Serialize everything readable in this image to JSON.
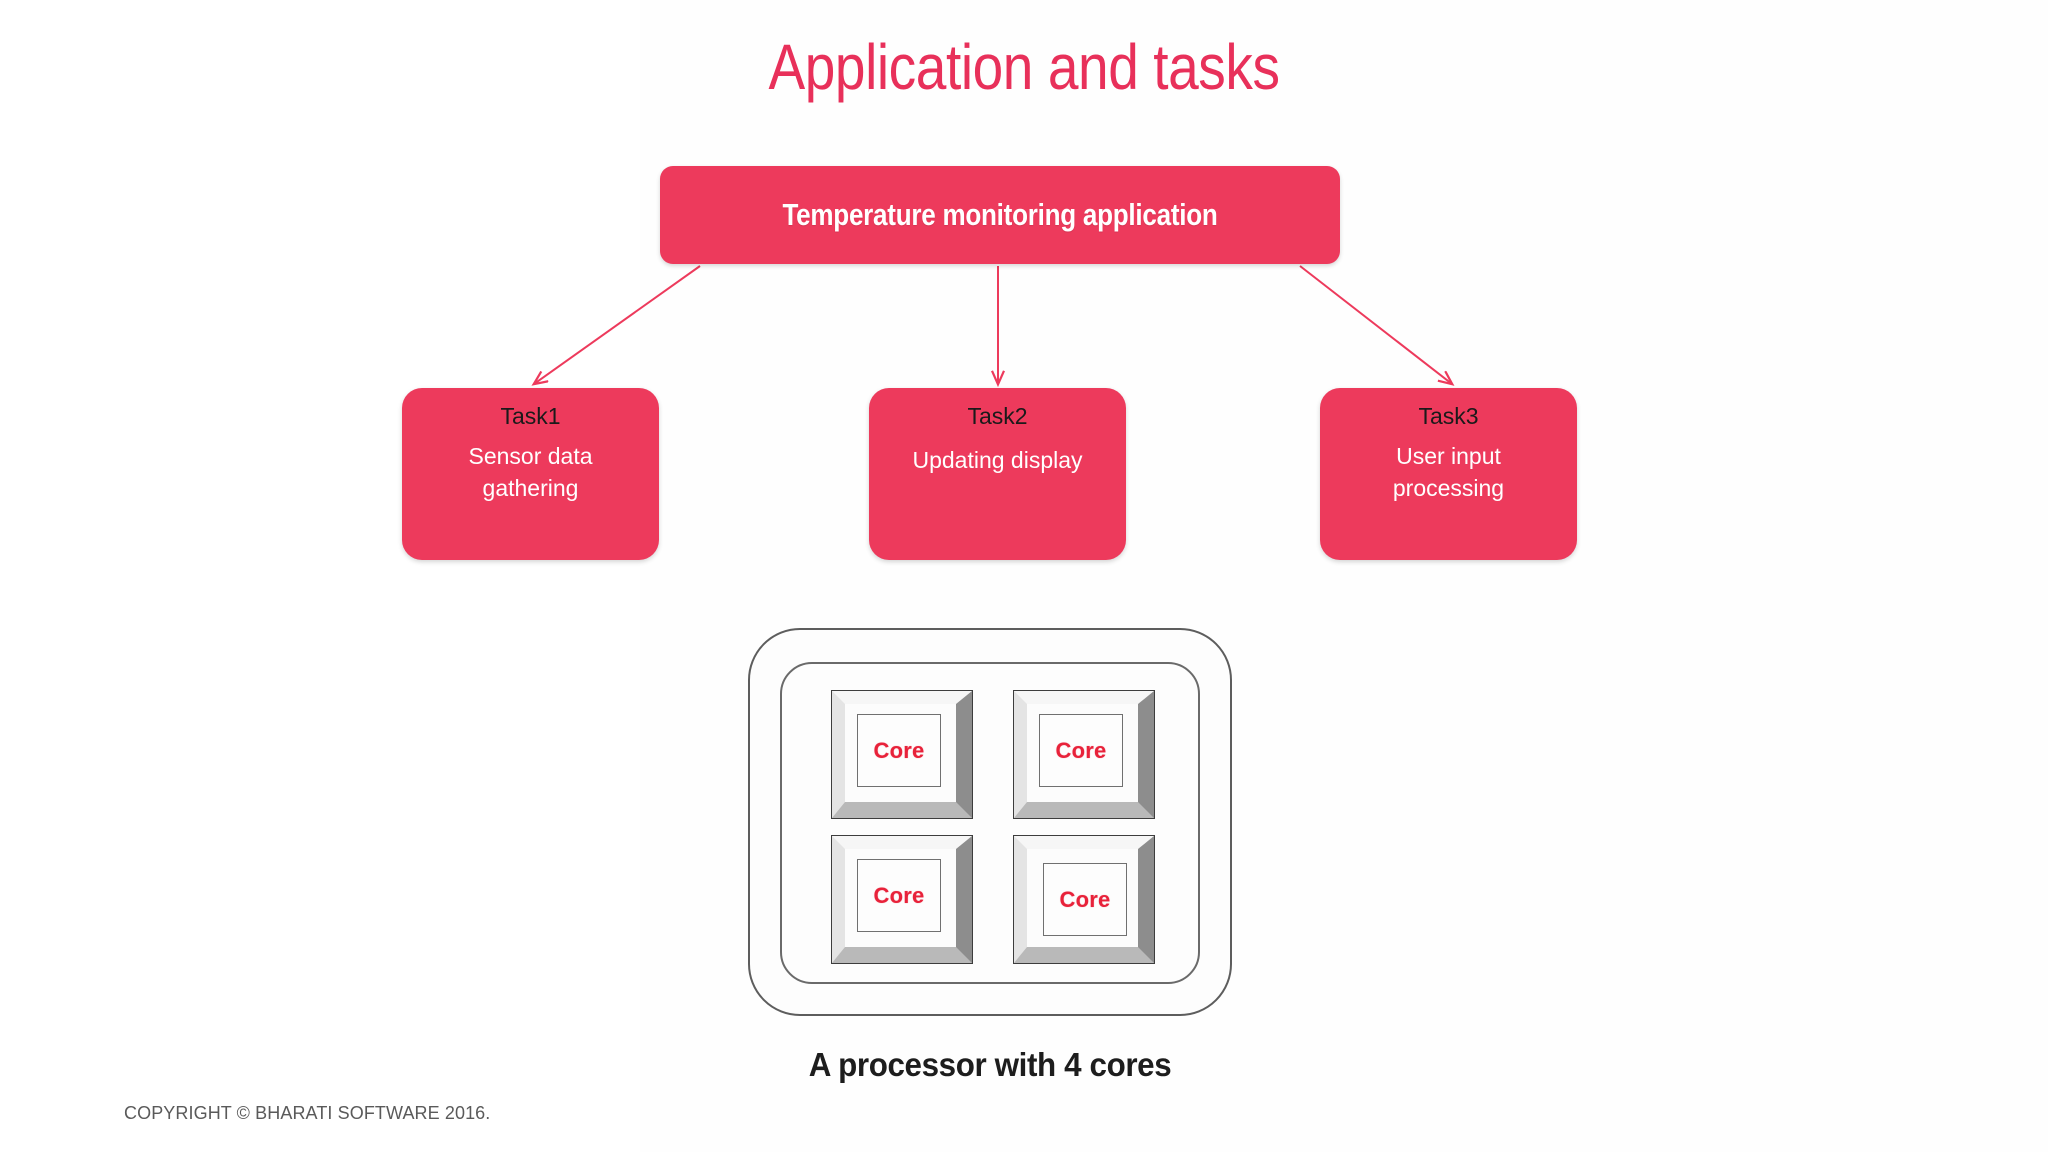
{
  "slide": {
    "title": "Application and tasks",
    "title_color": "#e8305a",
    "accent_color": "#ed3a5c",
    "core_label_color": "#e8223a"
  },
  "application": {
    "label": "Temperature monitoring application"
  },
  "tasks": [
    {
      "id": "Task1",
      "description": "Sensor data\ngathering"
    },
    {
      "id": "Task2",
      "description": "Updating display"
    },
    {
      "id": "Task3",
      "description": "User input\nprocessing"
    }
  ],
  "processor": {
    "caption": "A processor with 4 cores",
    "cores": [
      {
        "label": "Core"
      },
      {
        "label": "Core"
      },
      {
        "label": "Core"
      },
      {
        "label": "Core"
      }
    ]
  },
  "footer": {
    "copyright": "COPYRIGHT © BHARATI SOFTWARE 2016."
  }
}
